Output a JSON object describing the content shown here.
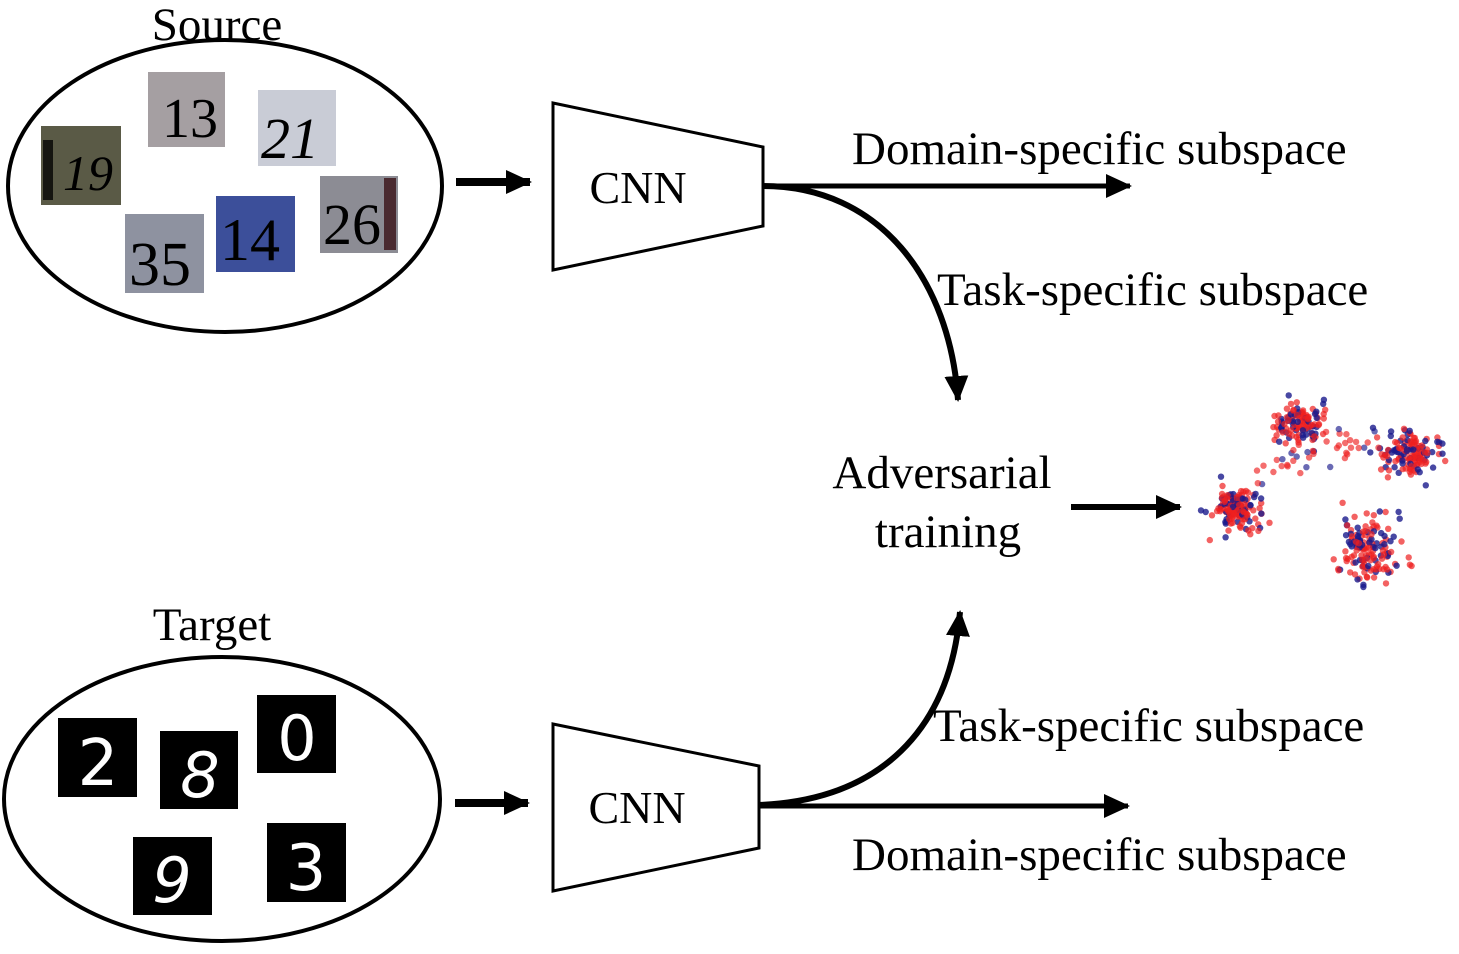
{
  "source": {
    "label": "Source",
    "samples": [
      "19",
      "13",
      "21",
      "35",
      "14",
      "26"
    ]
  },
  "target": {
    "label": "Target",
    "samples": [
      "2",
      "8",
      "0",
      "9",
      "3"
    ]
  },
  "encoders": {
    "top_label": "CNN",
    "bottom_label": "CNN"
  },
  "branches": {
    "top_domain": "Domain-specific subspace",
    "top_task": "Task-specific subspace",
    "bottom_task": "Task-specific subspace",
    "bottom_domain": "Domain-specific subspace"
  },
  "adversarial": {
    "line1": "Adversarial",
    "line2": "training"
  },
  "embedding": {
    "source_color": "#1a1a8c",
    "target_color": "#ee2020"
  }
}
